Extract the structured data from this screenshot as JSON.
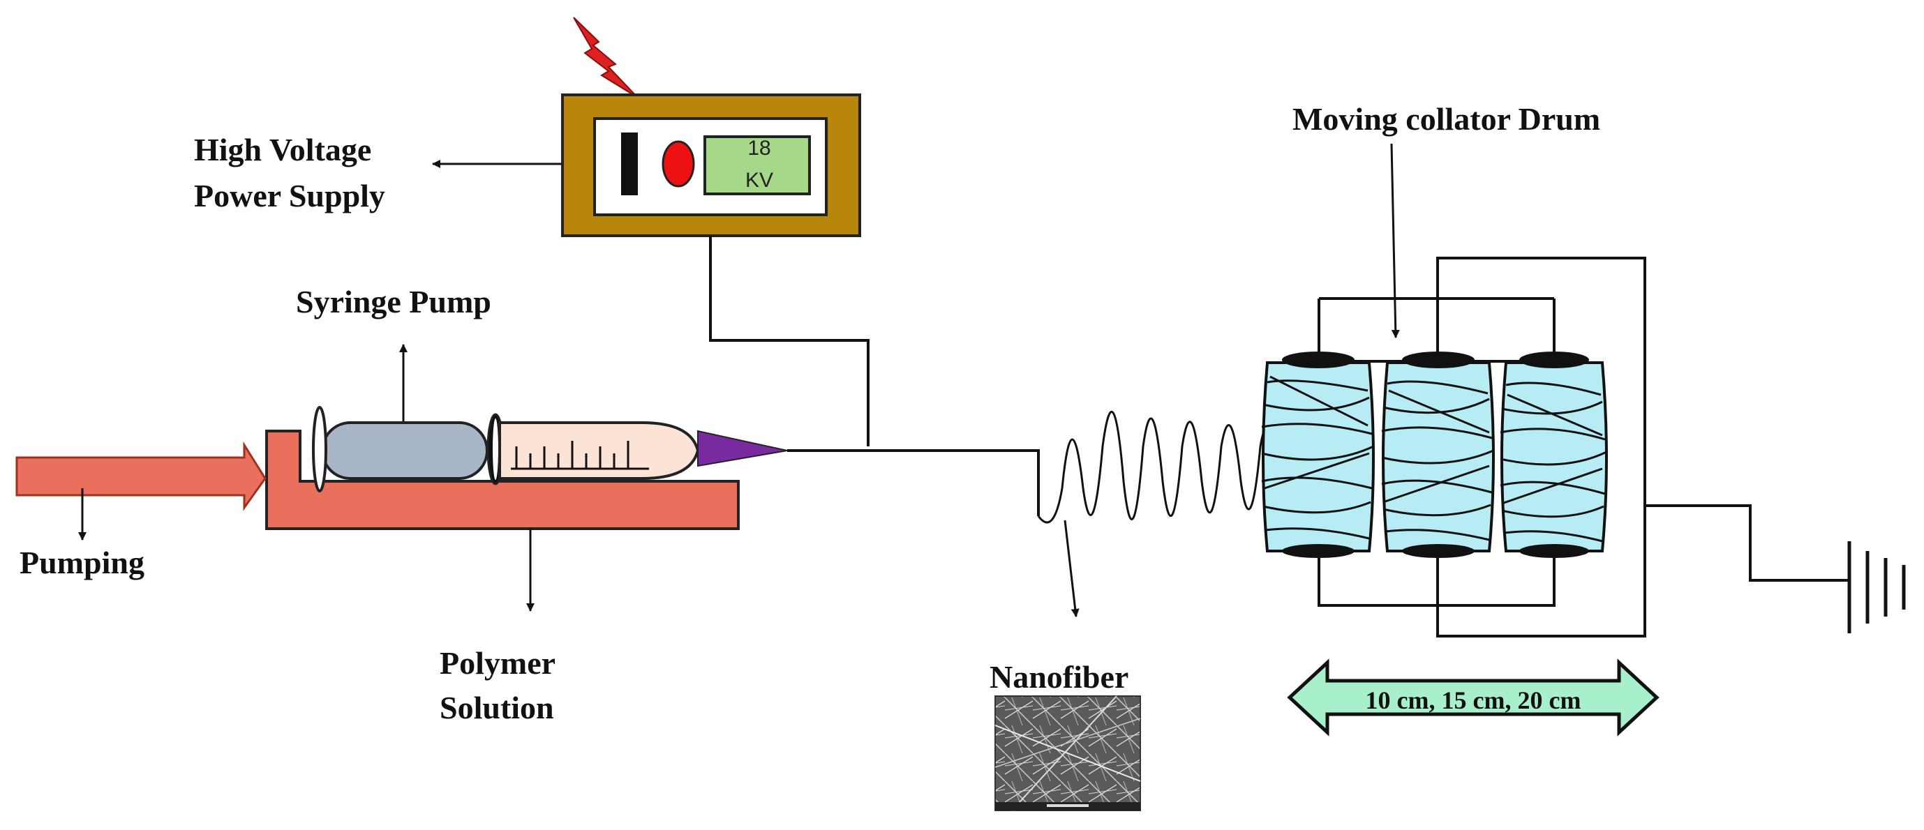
{
  "labels": {
    "power_supply_line1": "High Voltage",
    "power_supply_line2": "Power Supply",
    "syringe_pump": "Syringe Pump",
    "pumping": "Pumping",
    "polymer_line1": "Polymer",
    "polymer_line2": "Solution",
    "nanofiber": "Nanofiber",
    "drum": "Moving collator Drum",
    "distance": "10 cm, 15 cm,  20 cm"
  },
  "power_supply": {
    "voltage_value": "18",
    "voltage_unit": "KV"
  },
  "colors": {
    "power_box": "#b8860b",
    "lcd": "#a6d88a",
    "indicator": "#ee1111",
    "lightning": "#dd2020",
    "pump_body": "#e8705c",
    "plunger": "#a9b6c8",
    "solution": "#fbe4d6",
    "needle": "#7a2aa0",
    "drum": "#b8ecf4",
    "distance_arrow": "#a8f0cc"
  }
}
